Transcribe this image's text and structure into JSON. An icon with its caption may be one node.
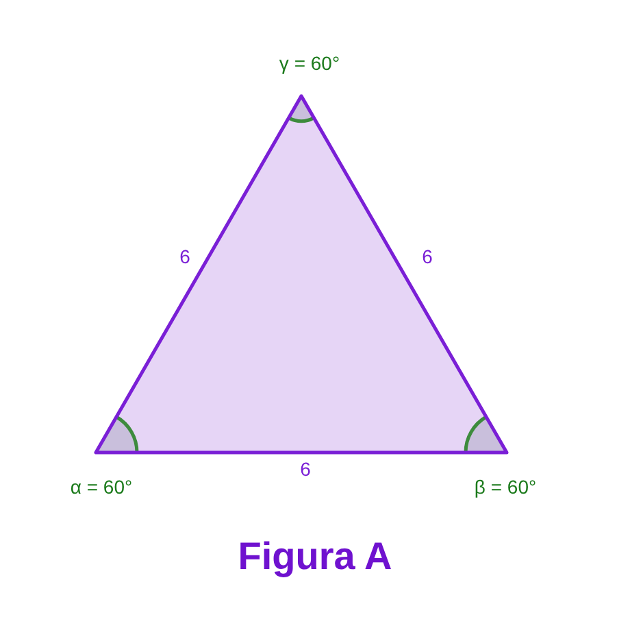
{
  "diagram": {
    "caption": "Figura A",
    "labels": [
      "γ = 60°",
      "6",
      "6",
      "α = 60°",
      "6",
      "β = 60°"
    ]
  }
}
